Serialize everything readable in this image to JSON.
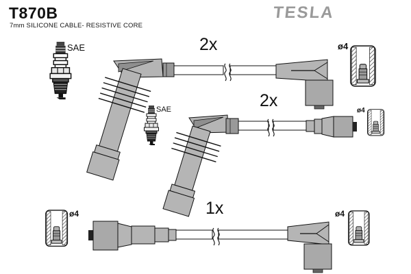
{
  "header": {
    "part_number": "T870B",
    "subtitle": "7mm SILICONE CABLE- RESISTIVE CORE",
    "brand": "TESLA"
  },
  "diagram": {
    "rows": [
      {
        "qty": "2x",
        "left_end": "angled-ribbed-boot",
        "right_end": "elbow-boot"
      },
      {
        "qty": "2x",
        "left_end": "angled-ribbed-boot",
        "right_end": "straight-cone-connector"
      },
      {
        "qty": "1x",
        "left_end": "straight-cone-connector",
        "right_end": "elbow-boot"
      }
    ],
    "sae_labels": [
      "SAE",
      "SAE"
    ],
    "diameter_labels": [
      "ø4",
      "ø4",
      "ø4",
      "ø4"
    ],
    "icons": [
      "spark-plug-icon",
      "spark-plug-icon",
      "terminal-cup-icon",
      "terminal-cup-icon",
      "terminal-cup-icon",
      "terminal-cup-icon"
    ]
  },
  "colors": {
    "background": "#ffffff",
    "brand_gray": "#9a9a9a",
    "boot_gray": "#b5b5b5",
    "boot_gray_dark": "#a9a9a9",
    "ferrule_gray": "#999999",
    "outline": "#111111"
  }
}
